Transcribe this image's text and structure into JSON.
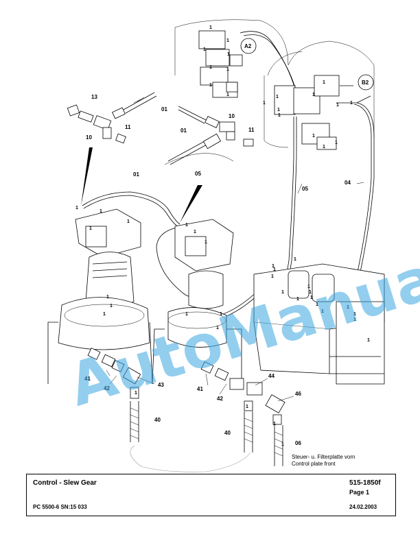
{
  "callouts": {
    "c13": "13",
    "c10a": "10",
    "c11a": "11",
    "c01a": "01",
    "c01b": "01",
    "c10b": "10",
    "c11b": "11",
    "c05a": "05",
    "c01c": "01",
    "c05b": "05",
    "c04": "04",
    "c41a": "41",
    "c42a": "42",
    "c43": "43",
    "c40a": "40",
    "c41b": "41",
    "c42b": "42",
    "c44": "44",
    "c46": "46",
    "c40b": "40",
    "c06": "06"
  },
  "circle_labels": {
    "a2": "A2",
    "b2": "B2"
  },
  "marker": "1",
  "watermark": "AutoManual",
  "note": {
    "line1": "Steuer- u. Filterplatte vorn",
    "line2": "Control plate front"
  },
  "title_block": {
    "title": "Control - Slew Gear",
    "code": "515-1850f",
    "page": "Page 1",
    "model": "PC 5500-6 SN:15 033",
    "date": "24.02.2003"
  }
}
